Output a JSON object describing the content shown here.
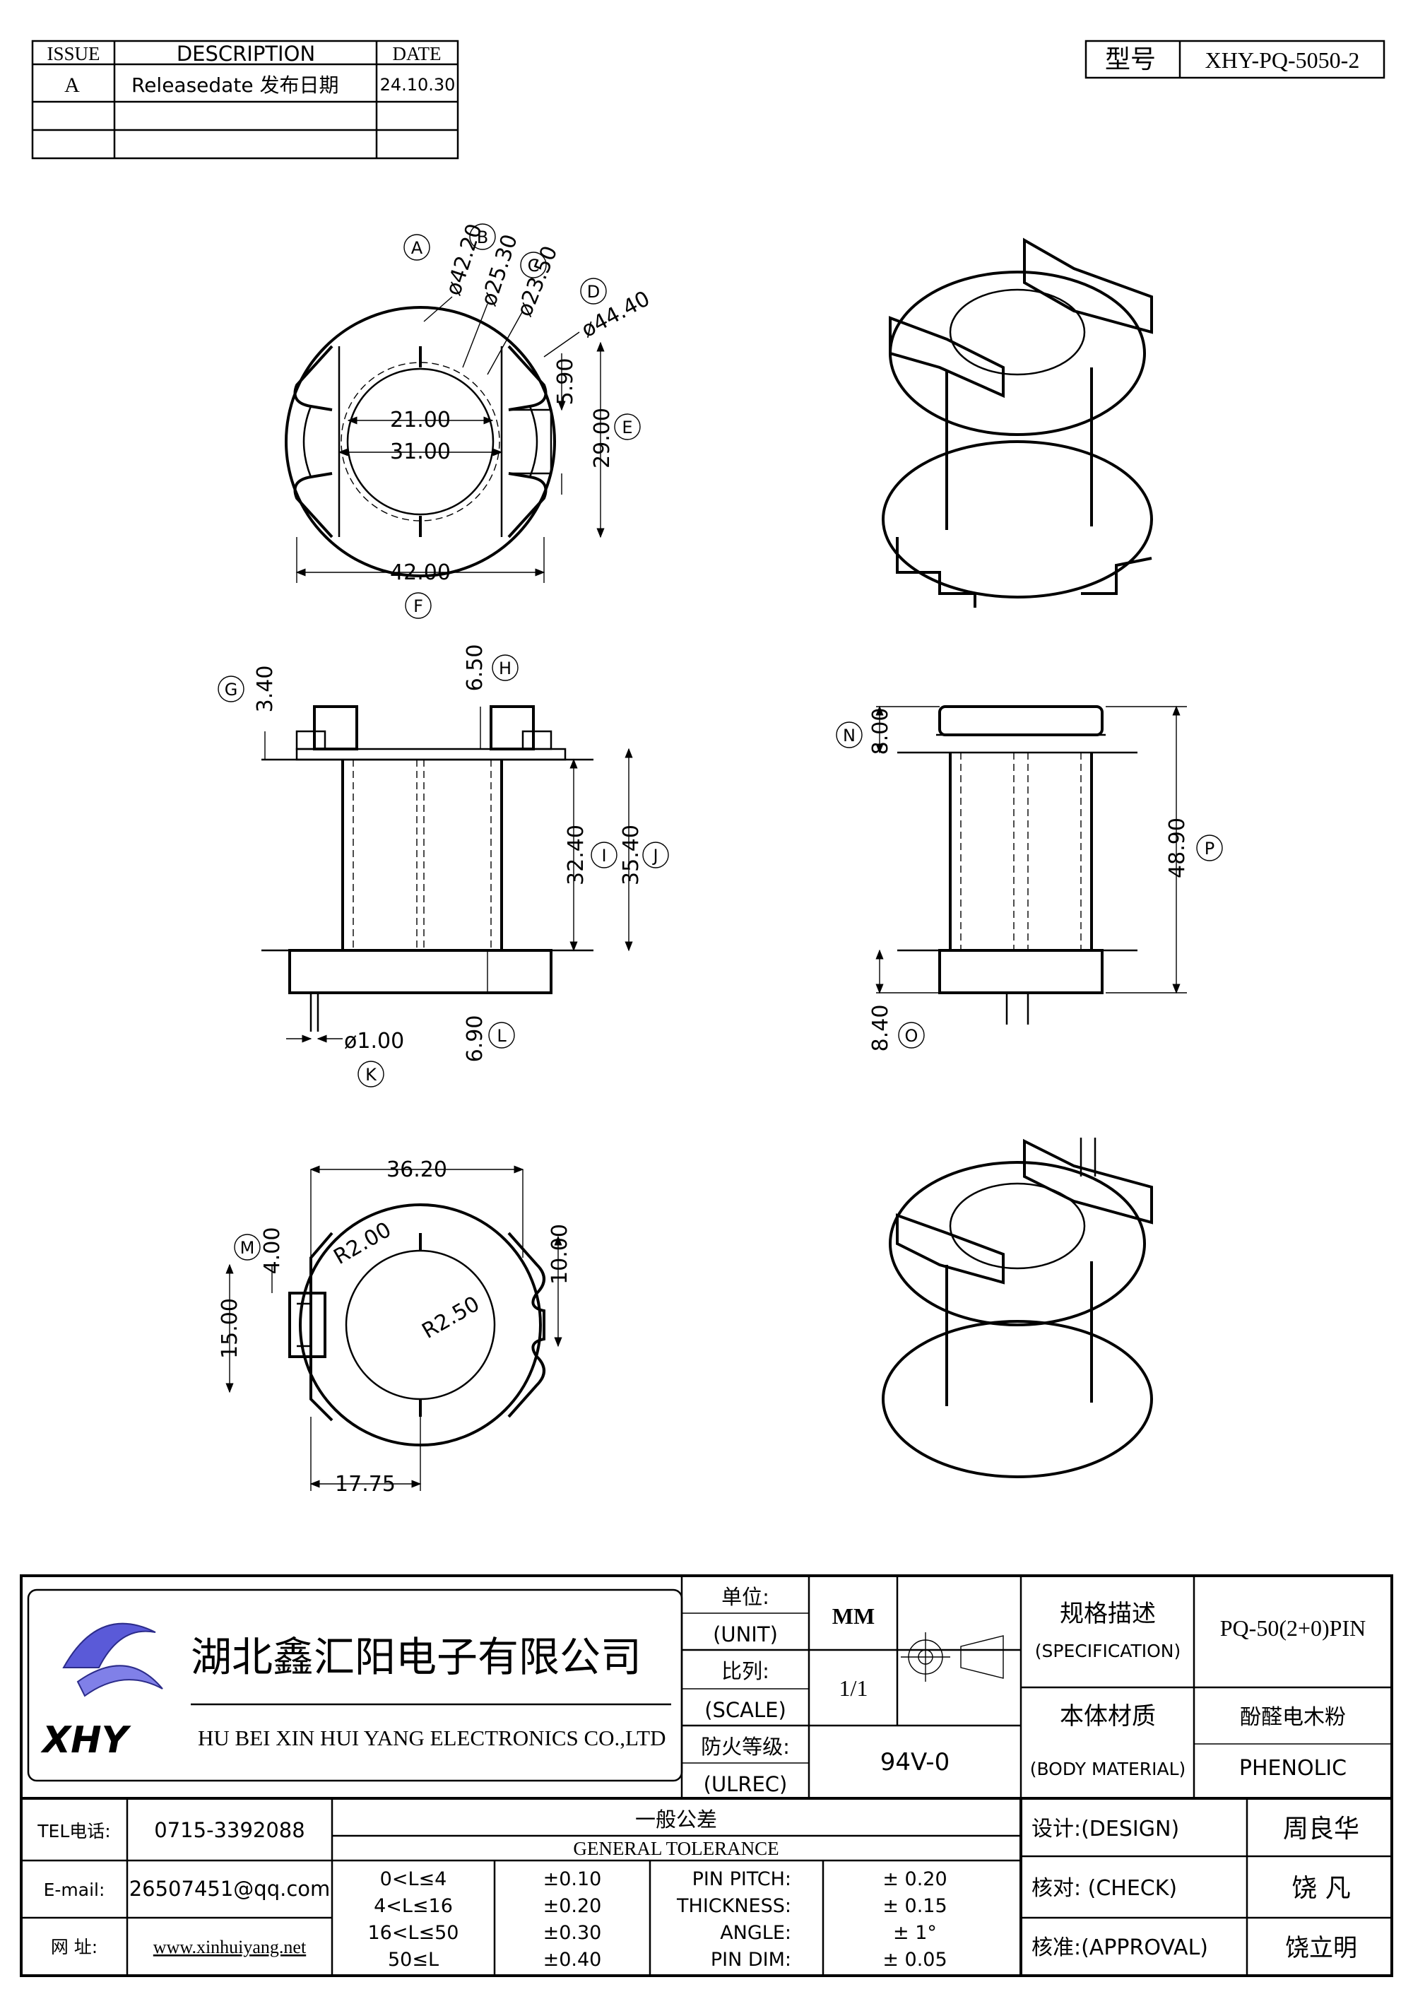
{
  "revision_table": {
    "headers": [
      "ISSUE",
      "DESCRIPTION",
      "DATE"
    ],
    "rows": [
      {
        "issue": "A",
        "description": "Releasedate 发布日期",
        "date": "24.10.30"
      },
      {
        "issue": "",
        "description": "",
        "date": ""
      },
      {
        "issue": "",
        "description": "",
        "date": ""
      }
    ]
  },
  "model_box": {
    "label": "型号",
    "value": "XHY-PQ-5050-2"
  },
  "dimensions": {
    "A": "ø42.20",
    "B": "ø25.30",
    "C": "ø23.50",
    "D": "ø44.40",
    "slot": "5.90",
    "E": "29.00",
    "inner_21": "21.00",
    "inner_31": "31.00",
    "F": "42.00",
    "G": "3.40",
    "H": "6.50",
    "I": "32.40",
    "J": "35.40",
    "K": "ø1.00",
    "L": "6.90",
    "N": "8.00",
    "P": "48.90",
    "O": "8.40",
    "top_36": "36.20",
    "M": "4.00",
    "side_15": "15.00",
    "side_10": "10.00",
    "R2": "R2.00",
    "R25": "R2.50",
    "bottom_1775": "17.75"
  },
  "bubbles": [
    "A",
    "B",
    "C",
    "D",
    "E",
    "F",
    "G",
    "H",
    "I",
    "J",
    "K",
    "L",
    "M",
    "N",
    "O",
    "P"
  ],
  "title_block": {
    "company_cn": "湖北鑫汇阳电子有限公司",
    "company_en": "HU BEI XIN HUI YANG ELECTRONICS CO.,LTD",
    "logo_text": "XHY",
    "unit_label_cn": "单位:",
    "unit_label_en": "(UNIT)",
    "unit_value": "MM",
    "scale_label_cn": "比列:",
    "scale_label_en": "(SCALE)",
    "scale_value": "1/1",
    "fire_label_cn": "防火等级:",
    "fire_label_en": "(ULREC)",
    "fire_value": "94V-0",
    "spec_label_cn": "规格描述",
    "spec_label_en": "(SPECIFICATION)",
    "spec_value": "PQ-50(2+0)PIN",
    "material_label_cn": "本体材质",
    "material_label_en": "(BODY MATERIAL)",
    "material_value_cn": "酚醛电木粉",
    "material_value_en": "PHENOLIC",
    "tel_label": "TEL电话:",
    "tel_value": "0715-3392088",
    "email_label": "E-mail:",
    "email_value": "26507451@qq.com",
    "web_label": "网  址:",
    "web_value": "www.xinhuiyang.net",
    "tolerance_cn": "一般公差",
    "tolerance_en": "GENERAL TOLERANCE",
    "tolerances": [
      {
        "range": "0<L≤4",
        "tol": "±0.10"
      },
      {
        "range": "4<L≤16",
        "tol": "±0.20"
      },
      {
        "range": "16<L≤50",
        "tol": "±0.30"
      },
      {
        "range": "50≤L",
        "tol": "±0.40"
      }
    ],
    "pin_specs": [
      {
        "label": "PIN PITCH:",
        "value": "± 0.20"
      },
      {
        "label": "THICKNESS:",
        "value": "± 0.15"
      },
      {
        "label": "ANGLE:",
        "value": "± 1°"
      },
      {
        "label": "PIN DIM:",
        "value": "± 0.05"
      }
    ],
    "design_label": "设计:(DESIGN)",
    "design_value": "周良华",
    "check_label": "核对: (CHECK)",
    "check_value": "饶  凡",
    "approval_label": "核准:(APPROVAL)",
    "approval_value": "饶立明"
  }
}
